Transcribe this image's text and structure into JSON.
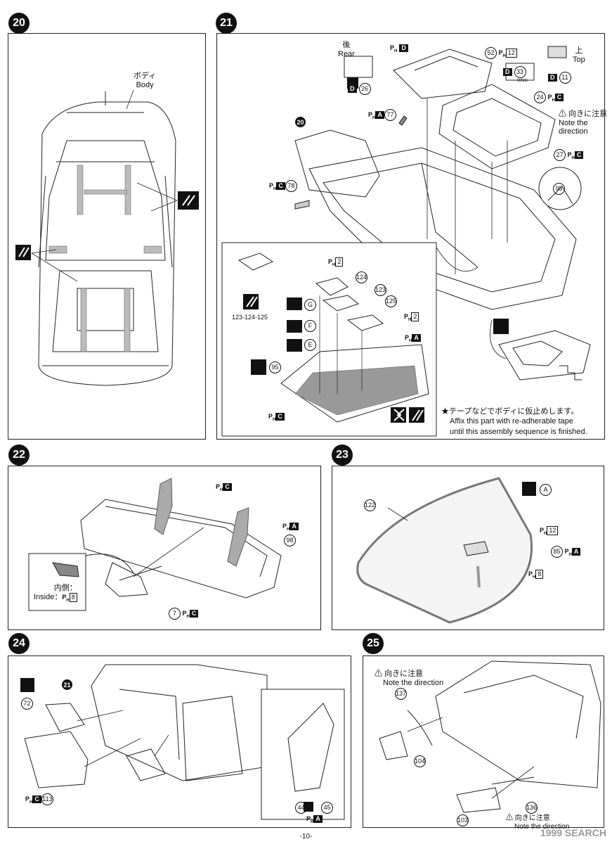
{
  "steps": [
    {
      "num": "20"
    },
    {
      "num": "21"
    },
    {
      "num": "22"
    },
    {
      "num": "23"
    },
    {
      "num": "24"
    },
    {
      "num": "25"
    }
  ],
  "step20": {
    "body_jp": "ボディ",
    "body_en": "Body"
  },
  "step21": {
    "rear_jp": "後",
    "rear_en": "Rear",
    "top_jp": "上",
    "top_en": "Top",
    "warn_jp": "向きに注意",
    "warn_en1": "Note the",
    "warn_en2": "direction",
    "ref20": "20",
    "parts": [
      "D",
      "52",
      "12",
      "33",
      "11",
      "24",
      "27",
      "26",
      "77",
      "78",
      "95",
      "2",
      "124",
      "123",
      "125",
      "G",
      "F",
      "E",
      "A",
      "C"
    ],
    "decal_D": "D",
    "decal_white": "White",
    "note_jp": "★テープなどでボディに仮止めします。",
    "note_en1": "Affix this part with re-adherable tape",
    "note_en2": "until this assembly sequence is finished.",
    "range": "123-124-125"
  },
  "step22": {
    "parts": [
      "C",
      "A",
      "98",
      "7",
      "8"
    ],
    "inside_jp": "内側：",
    "inside_en": "Inside："
  },
  "step23": {
    "parts": [
      "122",
      "A",
      "12",
      "85",
      "8"
    ]
  },
  "step24": {
    "parts": [
      "21",
      "72",
      "113",
      "44",
      "45",
      "A",
      "C"
    ]
  },
  "step25": {
    "warn_jp": "向きに注意",
    "warn_en": "Note the direction",
    "parts": [
      "137",
      "104",
      "136",
      "103"
    ],
    "warn2_jp": "向きに注意",
    "warn2_en": "Note the direction"
  },
  "footer": {
    "page": "-10-",
    "watermark": "1999 SEARCH"
  }
}
